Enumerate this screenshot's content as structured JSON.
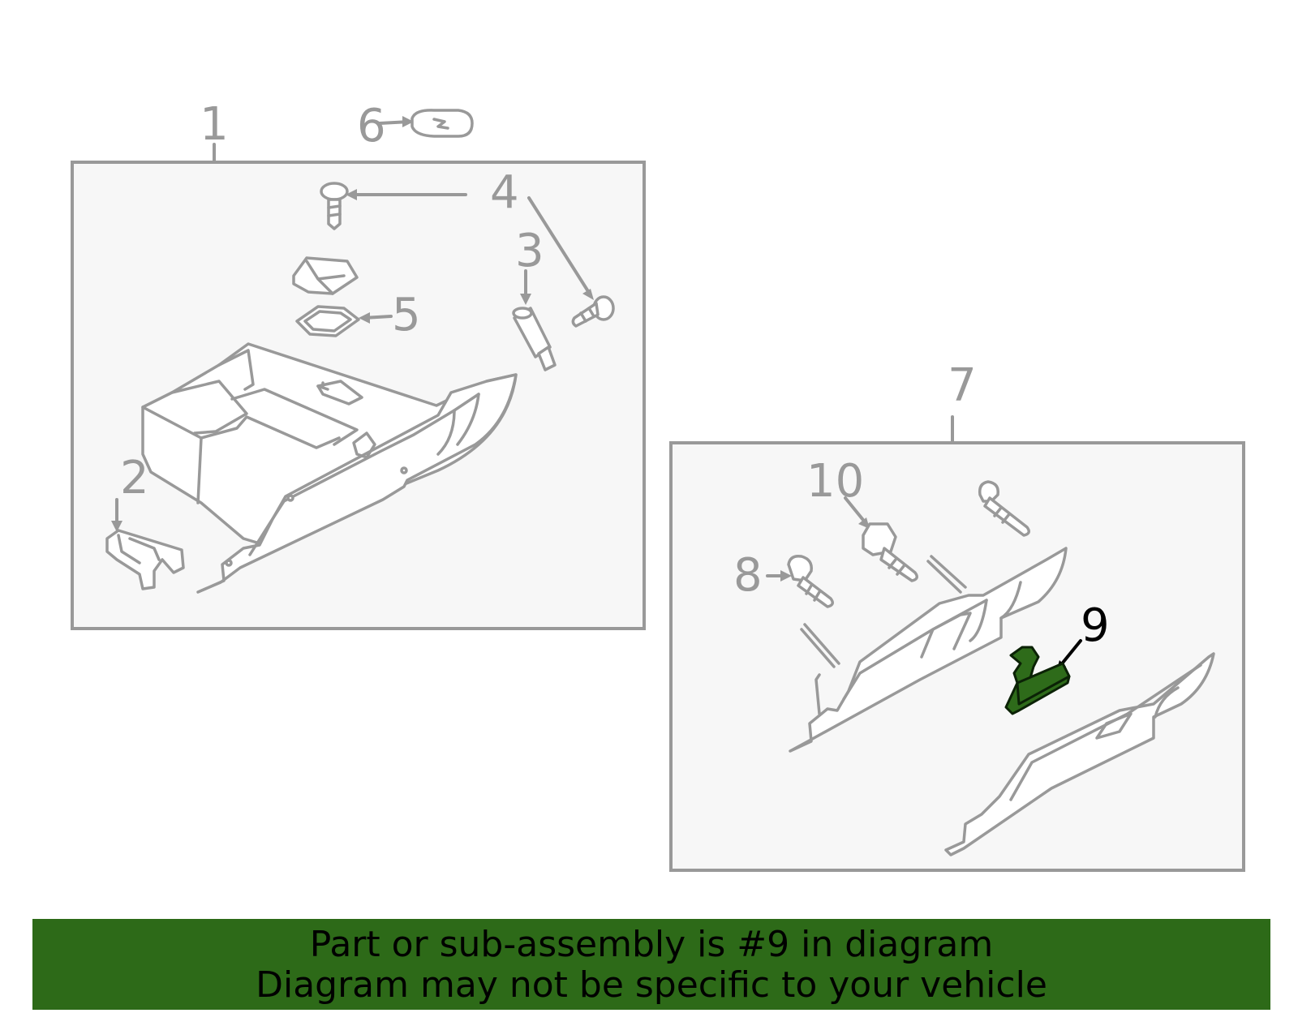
{
  "diagram": {
    "callouts": {
      "c1": "1",
      "c2": "2",
      "c3": "3",
      "c4": "4",
      "c5": "5",
      "c6": "6",
      "c7": "7",
      "c8": "8",
      "c9": "9",
      "c10": "10"
    },
    "highlighted_part": "9",
    "colors": {
      "line": "#999999",
      "panel": "#f7f7f7",
      "highlight": "#2e6b1a",
      "banner": "#2d6a18"
    }
  },
  "banner": {
    "line1": "Part or sub-assembly is #9 in diagram",
    "line2": "Diagram may not be specific to your vehicle"
  }
}
